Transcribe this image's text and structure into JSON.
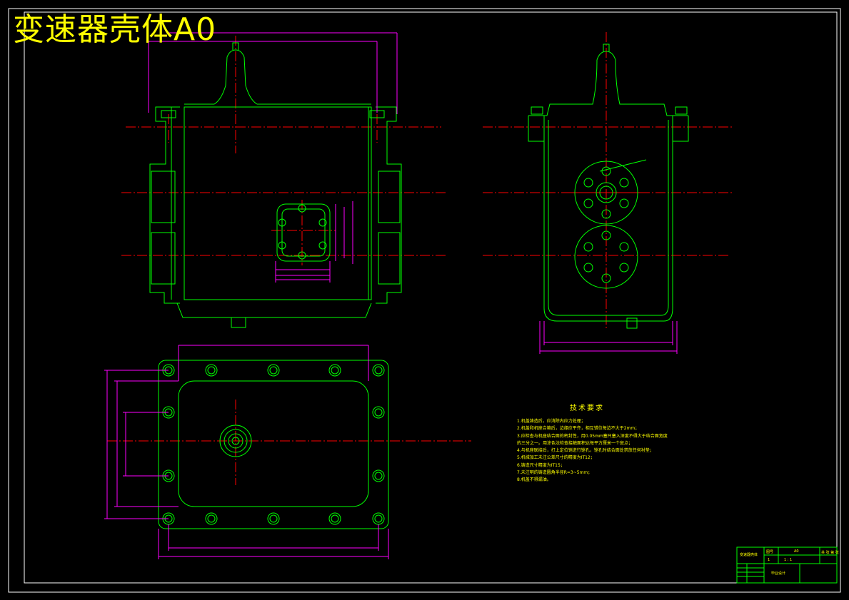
{
  "drawing": {
    "title": "变速器壳体A0"
  },
  "technical_requirements": {
    "heading": "技术要求",
    "items": [
      "1.机盖铸造后，应消除内应力处理；",
      "2.机盖和机座合箱后，边缘应平齐，相互错位每边不大于2mm；",
      "3.应检查与机座结合面的密封性，用0.05mm塞尺塞入深度不得大于结合面宽度",
      "的三分之一。用涂色法检查接触面积达每平方厘米一个斑点；",
      "4.与机座联接后，打上定位销进行镗孔，镗孔时结合面处禁放任何衬垫；",
      "5.机械加工未注公差尺寸的精度为IT12；",
      "6.铸造尺寸精度为IT15；",
      "7.未注明的铸造圆角半径R=3~5mm；",
      "8.机盖不得漏油。"
    ]
  },
  "title_block": {
    "part_name": "变速器壳体",
    "drawing_label": "图号",
    "sheet_size": "A0",
    "scale": "1 : 1",
    "design_label": "毕业设计",
    "count": "1",
    "sheet_no": "共 张 第 张"
  },
  "colors": {
    "outline": "#00ff00",
    "dimension": "#ff00ff",
    "centerline": "#ff0000",
    "text": "#ffff00",
    "frame": "#ffffff"
  }
}
